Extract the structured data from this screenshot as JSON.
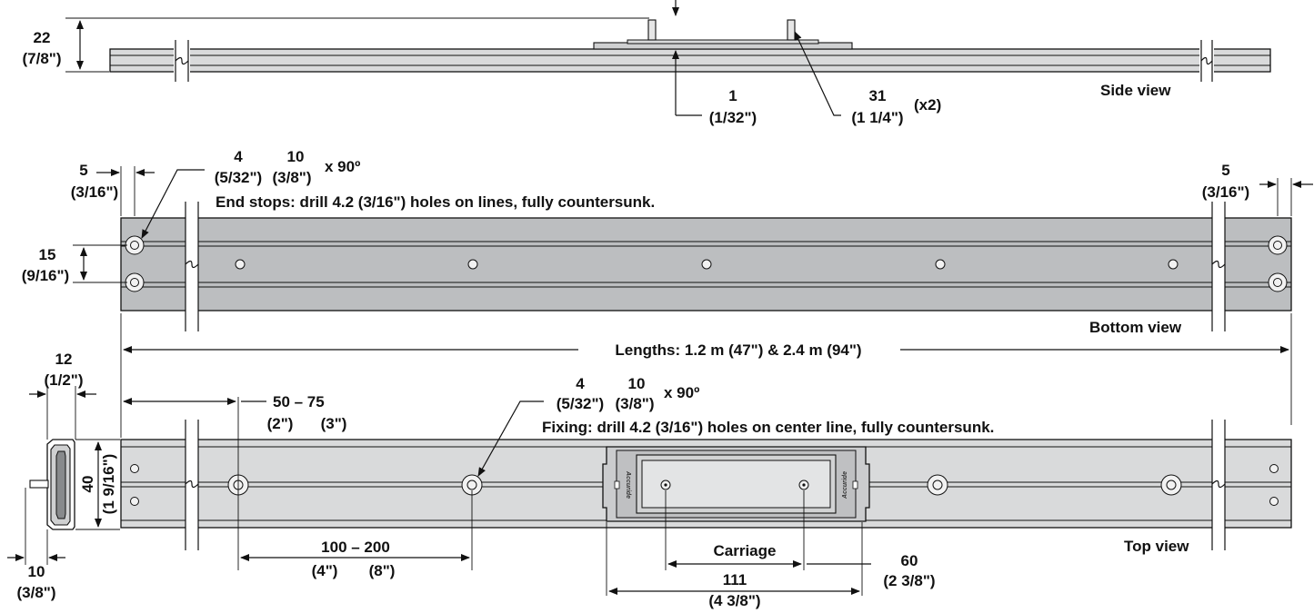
{
  "side_view": {
    "view_label": "Side view",
    "height_dim": [
      "22",
      "(7/8\")"
    ],
    "plate_dim": [
      "1",
      "(1/32\")"
    ],
    "pin_dim": [
      "31",
      "(1 1/4\")",
      "(x2)"
    ]
  },
  "bottom_view": {
    "view_label": "Bottom view",
    "end_offset_left": [
      "5",
      "(3/16\")"
    ],
    "end_offset_right": [
      "5",
      "(3/16\")"
    ],
    "line_spacing": [
      "15",
      "(9/16\")"
    ],
    "countersink": [
      "4",
      "(5/32\")",
      "10",
      "(3/8\")",
      "x 90º"
    ],
    "note": "End stops: drill 4.2 (3/16\") holes on lines, fully countersunk."
  },
  "lengths": "Lengths: 1.2 m (47\") & 2.4 m (94\")",
  "top_view": {
    "view_label": "Top view",
    "width_dim": [
      "12",
      "(1/2\")"
    ],
    "height_dim": [
      "40",
      "(1 9/16\")"
    ],
    "pin_dim": [
      "10",
      "(3/8\")"
    ],
    "first_hole": [
      "50 – 75",
      "(2\")",
      "(3\")"
    ],
    "countersink": [
      "4",
      "(5/32\")",
      "10",
      "(3/8\")",
      "x 90º"
    ],
    "note": "Fixing: drill 4.2 (3/16\") holes on center line, fully countersunk.",
    "hole_spacing": [
      "100 – 200",
      "(4\")",
      "(8\")"
    ],
    "carriage_label": "Carriage",
    "carriage_pin_spacing": [
      "60",
      "(2 3/8\")"
    ],
    "carriage_length": [
      "111",
      "(4 3/8\")"
    ],
    "brand_text": "Accuride"
  }
}
